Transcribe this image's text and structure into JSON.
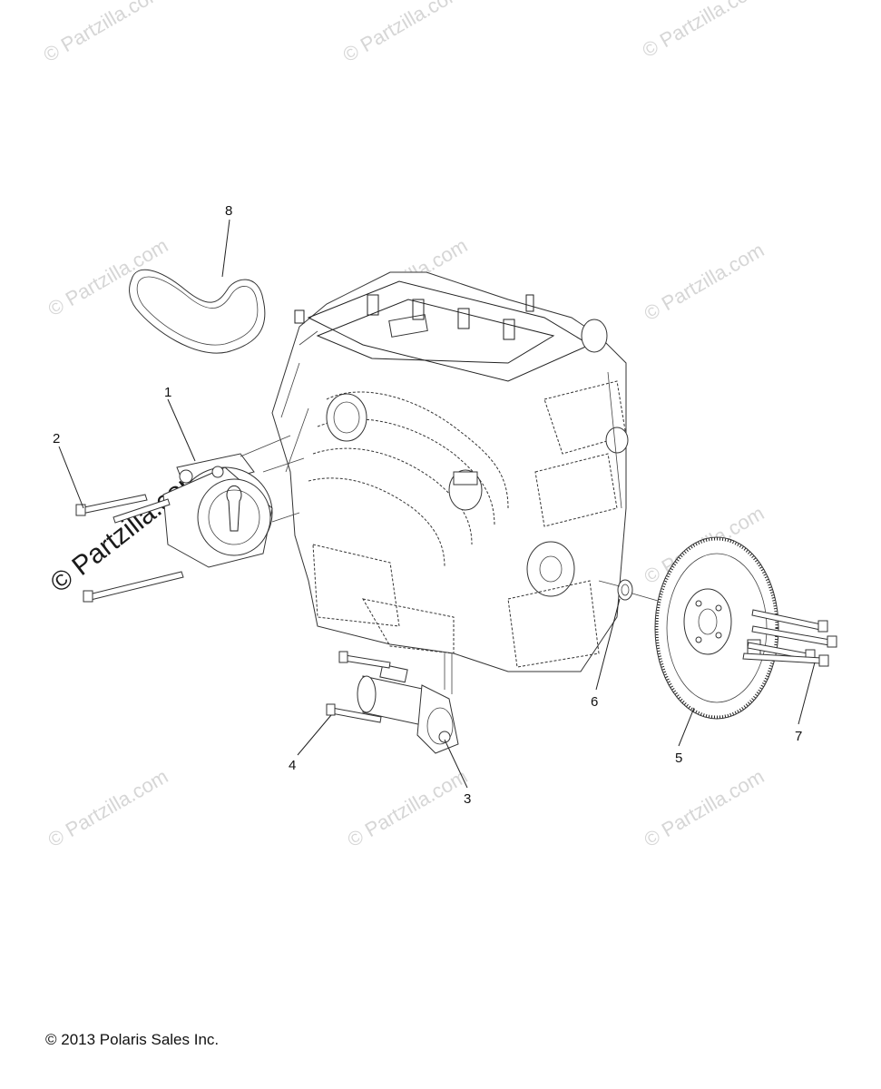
{
  "watermark": {
    "text": "© Partzilla.com",
    "prominent_text": "© Partzilla.com"
  },
  "callouts": [
    {
      "id": "1",
      "label": "1"
    },
    {
      "id": "2",
      "label": "2"
    },
    {
      "id": "3",
      "label": "3"
    },
    {
      "id": "4",
      "label": "4"
    },
    {
      "id": "5",
      "label": "5"
    },
    {
      "id": "6",
      "label": "6"
    },
    {
      "id": "7",
      "label": "7"
    },
    {
      "id": "8",
      "label": "8"
    }
  ],
  "footer": {
    "copyright": "© 2013 Polaris Sales Inc."
  },
  "colors": {
    "line": "#222222",
    "watermark": "#d6d6d6",
    "background": "#ffffff"
  }
}
